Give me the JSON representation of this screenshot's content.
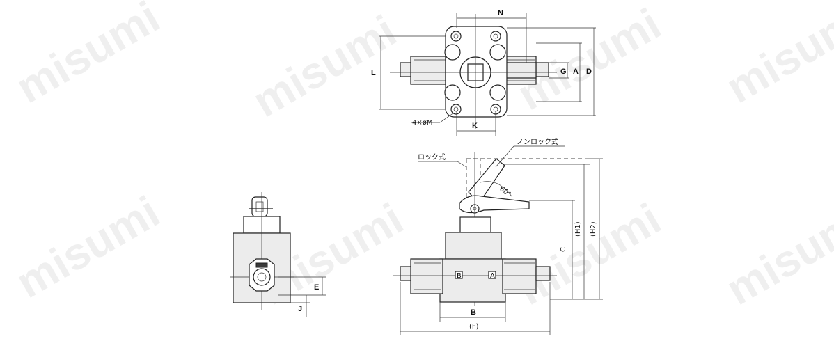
{
  "watermark": "misumi",
  "labels": {
    "N": "N",
    "L": "L",
    "G": "G",
    "A": "A",
    "D": "D",
    "K": "K",
    "M": "4×øM",
    "nonlock": "ノンロック式",
    "lock": "ロック式",
    "angle": "60°",
    "H1": "(H1)",
    "H2": "(H2)",
    "C": "C",
    "B": "B",
    "F": "(F)",
    "E": "E",
    "J": "J",
    "portB": "B",
    "portA": "A"
  }
}
